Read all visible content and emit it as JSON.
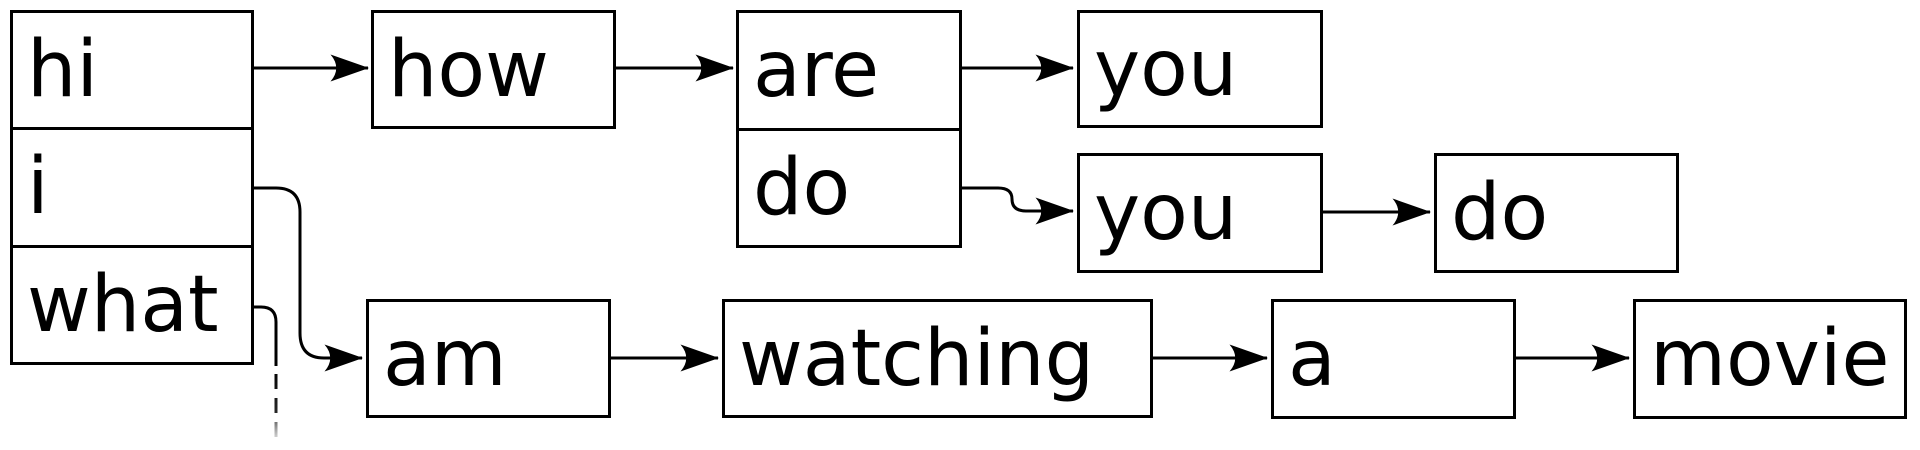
{
  "diagram": {
    "type": "word-lattice",
    "colors": {
      "background": "#ffffff",
      "box_border": "#000000",
      "text": "#000000",
      "edge": "#000000"
    },
    "nodes": {
      "hi": "hi",
      "i": "i",
      "what": "what",
      "how": "how",
      "are": "are",
      "do1": "do",
      "you1": "you",
      "you2": "you",
      "do2": "do",
      "am": "am",
      "watching": "watching",
      "a": "a",
      "movie": "movie"
    },
    "edges": [
      {
        "from": "hi",
        "to": "how",
        "style": "solid-arrow"
      },
      {
        "from": "how",
        "to": "are",
        "style": "solid-arrow"
      },
      {
        "from": "are",
        "to": "you1",
        "style": "solid-arrow"
      },
      {
        "from": "do1",
        "to": "you2",
        "style": "solid-arrow"
      },
      {
        "from": "you2",
        "to": "do2",
        "style": "solid-arrow"
      },
      {
        "from": "i",
        "to": "am",
        "style": "solid-arrow-curved"
      },
      {
        "from": "what",
        "to": "(truncated-below)",
        "style": "dashed-fading"
      },
      {
        "from": "am",
        "to": "watching",
        "style": "solid-arrow"
      },
      {
        "from": "watching",
        "to": "a",
        "style": "solid-arrow"
      },
      {
        "from": "a",
        "to": "movie",
        "style": "solid-arrow"
      }
    ],
    "paths_depicted": [
      "hi how are you",
      "hi how do you do",
      "i am watching a movie",
      "what ..."
    ]
  }
}
